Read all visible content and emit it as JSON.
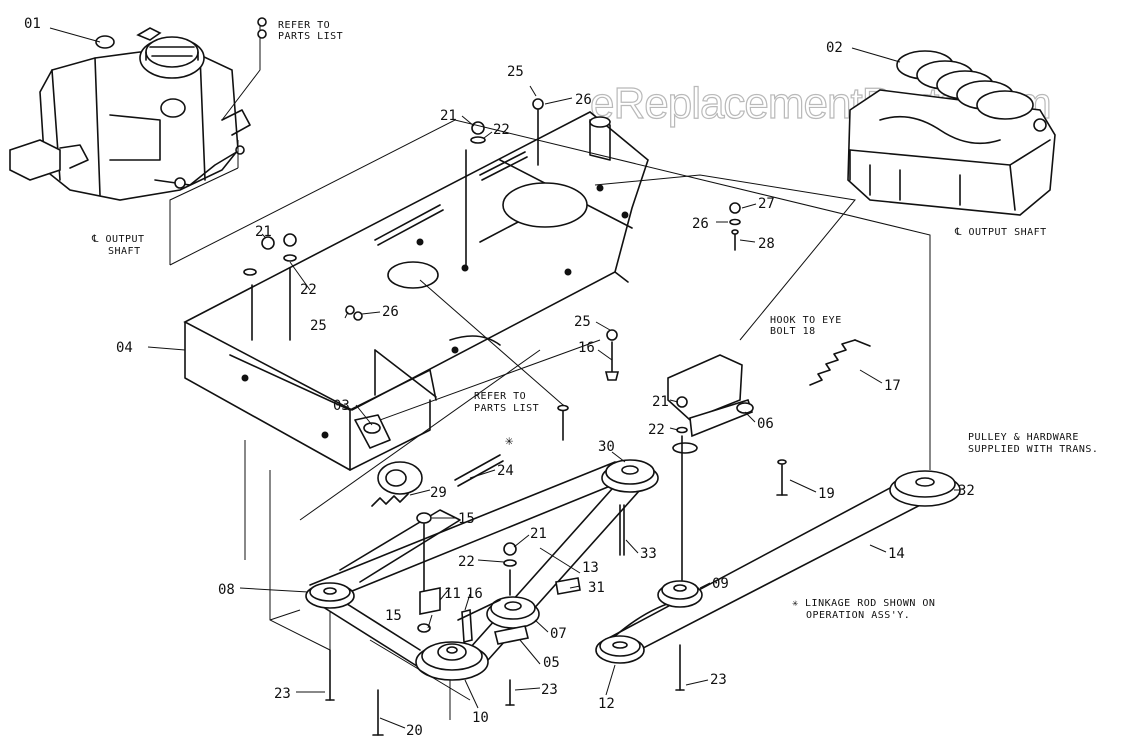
{
  "watermark": "eReplacementParts.com",
  "notes": {
    "refer_parts_list_top_1": "REFER TO",
    "refer_parts_list_top_2": "PARTS LIST",
    "output_shaft_left_1": "℄ OUTPUT",
    "output_shaft_left_2": "SHAFT",
    "output_shaft_right": "℄ OUTPUT SHAFT",
    "hook_to_eye_1": "HOOK TO EYE",
    "hook_to_eye_2": "BOLT 18",
    "refer_parts_list_mid_1": "REFER TO",
    "refer_parts_list_mid_2": "PARTS LIST",
    "pulley_hardware_1": "PULLEY & HARDWARE",
    "pulley_hardware_2": "SUPPLIED WITH TRANS.",
    "asterisk": "✳",
    "linkage_note_1": "✳ LINKAGE ROD SHOWN ON",
    "linkage_note_2": "OPERATION ASS'Y."
  },
  "parts": [
    {
      "id": "01",
      "label": "01"
    },
    {
      "id": "02",
      "label": "02"
    },
    {
      "id": "03",
      "label": "03"
    },
    {
      "id": "04",
      "label": "04"
    },
    {
      "id": "05",
      "label": "05"
    },
    {
      "id": "06",
      "label": "06"
    },
    {
      "id": "07",
      "label": "07"
    },
    {
      "id": "08",
      "label": "08"
    },
    {
      "id": "09",
      "label": "09"
    },
    {
      "id": "10",
      "label": "10"
    },
    {
      "id": "11",
      "label": "11"
    },
    {
      "id": "12",
      "label": "12"
    },
    {
      "id": "13",
      "label": "13"
    },
    {
      "id": "14",
      "label": "14"
    },
    {
      "id": "15a",
      "label": "15"
    },
    {
      "id": "15b",
      "label": "15"
    },
    {
      "id": "16a",
      "label": "16"
    },
    {
      "id": "16b",
      "label": "16"
    },
    {
      "id": "17",
      "label": "17"
    },
    {
      "id": "19",
      "label": "19"
    },
    {
      "id": "20",
      "label": "20"
    },
    {
      "id": "21a",
      "label": "21"
    },
    {
      "id": "21b",
      "label": "21"
    },
    {
      "id": "21c",
      "label": "21"
    },
    {
      "id": "21d",
      "label": "21"
    },
    {
      "id": "22a",
      "label": "22"
    },
    {
      "id": "22b",
      "label": "22"
    },
    {
      "id": "22c",
      "label": "22"
    },
    {
      "id": "22d",
      "label": "22"
    },
    {
      "id": "23a",
      "label": "23"
    },
    {
      "id": "23b",
      "label": "23"
    },
    {
      "id": "23c",
      "label": "23"
    },
    {
      "id": "24",
      "label": "24"
    },
    {
      "id": "25a",
      "label": "25"
    },
    {
      "id": "25b",
      "label": "25"
    },
    {
      "id": "25c",
      "label": "25"
    },
    {
      "id": "26a",
      "label": "26"
    },
    {
      "id": "26b",
      "label": "26"
    },
    {
      "id": "26c",
      "label": "26"
    },
    {
      "id": "27",
      "label": "27"
    },
    {
      "id": "28",
      "label": "28"
    },
    {
      "id": "29",
      "label": "29"
    },
    {
      "id": "30",
      "label": "30"
    },
    {
      "id": "31",
      "label": "31"
    },
    {
      "id": "32",
      "label": "32"
    },
    {
      "id": "33",
      "label": "33"
    }
  ]
}
